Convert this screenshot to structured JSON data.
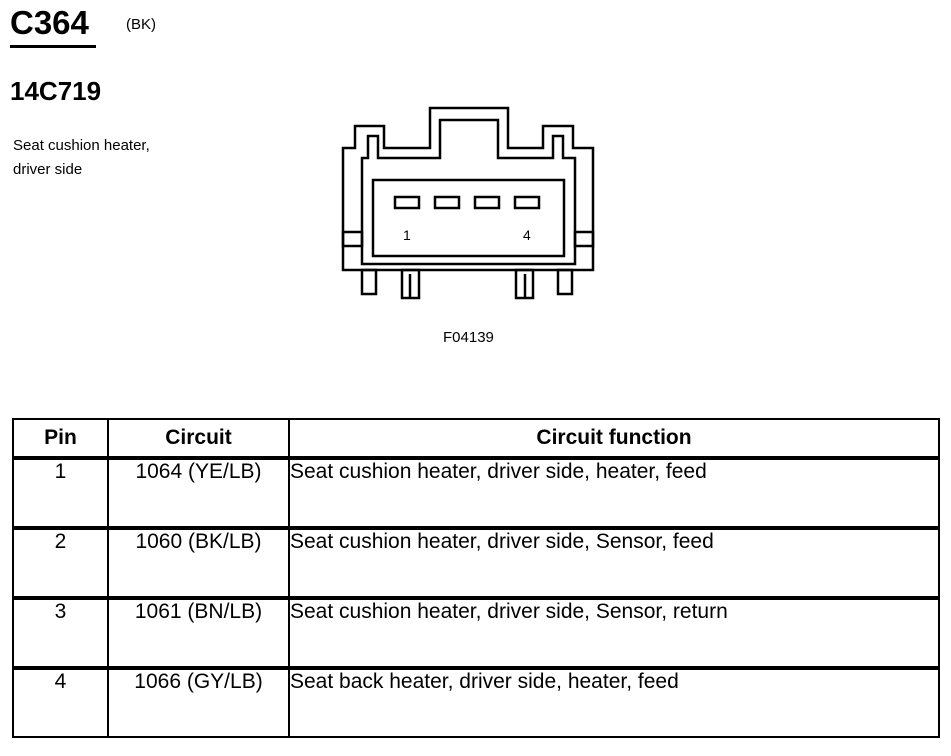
{
  "header": {
    "connector_id": "C364",
    "connector_color": "(BK)",
    "part_number": "14C719",
    "description_line1": "Seat cushion heater,",
    "description_line2": "driver side"
  },
  "diagram": {
    "pin_first": "1",
    "pin_last": "4",
    "figure_id": "F04139"
  },
  "table": {
    "headers": {
      "pin": "Pin",
      "circuit": "Circuit",
      "function": "Circuit function"
    },
    "rows": [
      {
        "pin": "1",
        "circuit": "1064 (YE/LB)",
        "function": "Seat cushion heater, driver side, heater, feed"
      },
      {
        "pin": "2",
        "circuit": "1060 (BK/LB)",
        "function": "Seat cushion heater, driver side, Sensor, feed"
      },
      {
        "pin": "3",
        "circuit": "1061 (BN/LB)",
        "function": "Seat cushion heater, driver side, Sensor, return"
      },
      {
        "pin": "4",
        "circuit": "1066 (GY/LB)",
        "function": "Seat back heater, driver side, heater, feed"
      }
    ]
  }
}
